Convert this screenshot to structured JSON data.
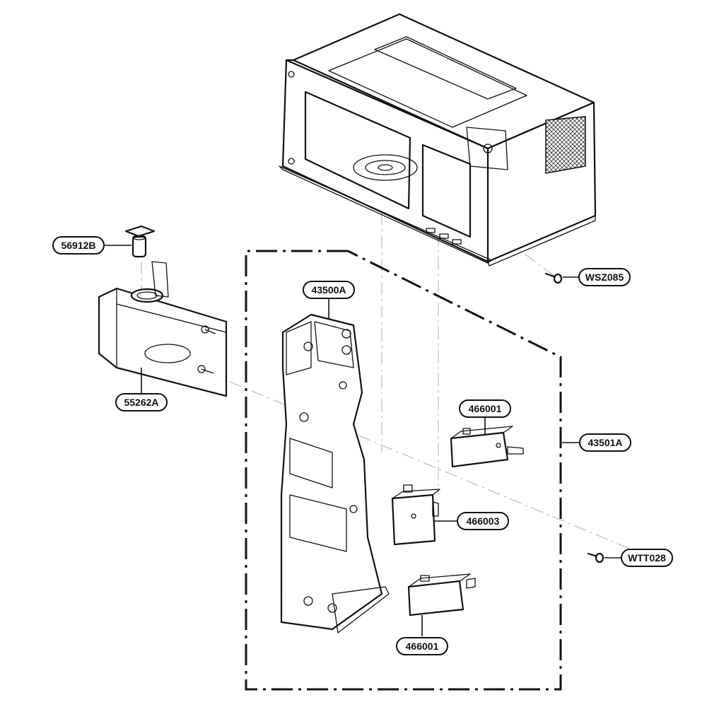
{
  "labels": {
    "p56912B": "56912B",
    "p55262A": "55262A",
    "p43500A": "43500A",
    "p466001_top": "466001",
    "p43501A": "43501A",
    "p466003": "466003",
    "p466001_bottom": "466001",
    "pWSZ085": "WSZ085",
    "pWTT028": "WTT028"
  }
}
